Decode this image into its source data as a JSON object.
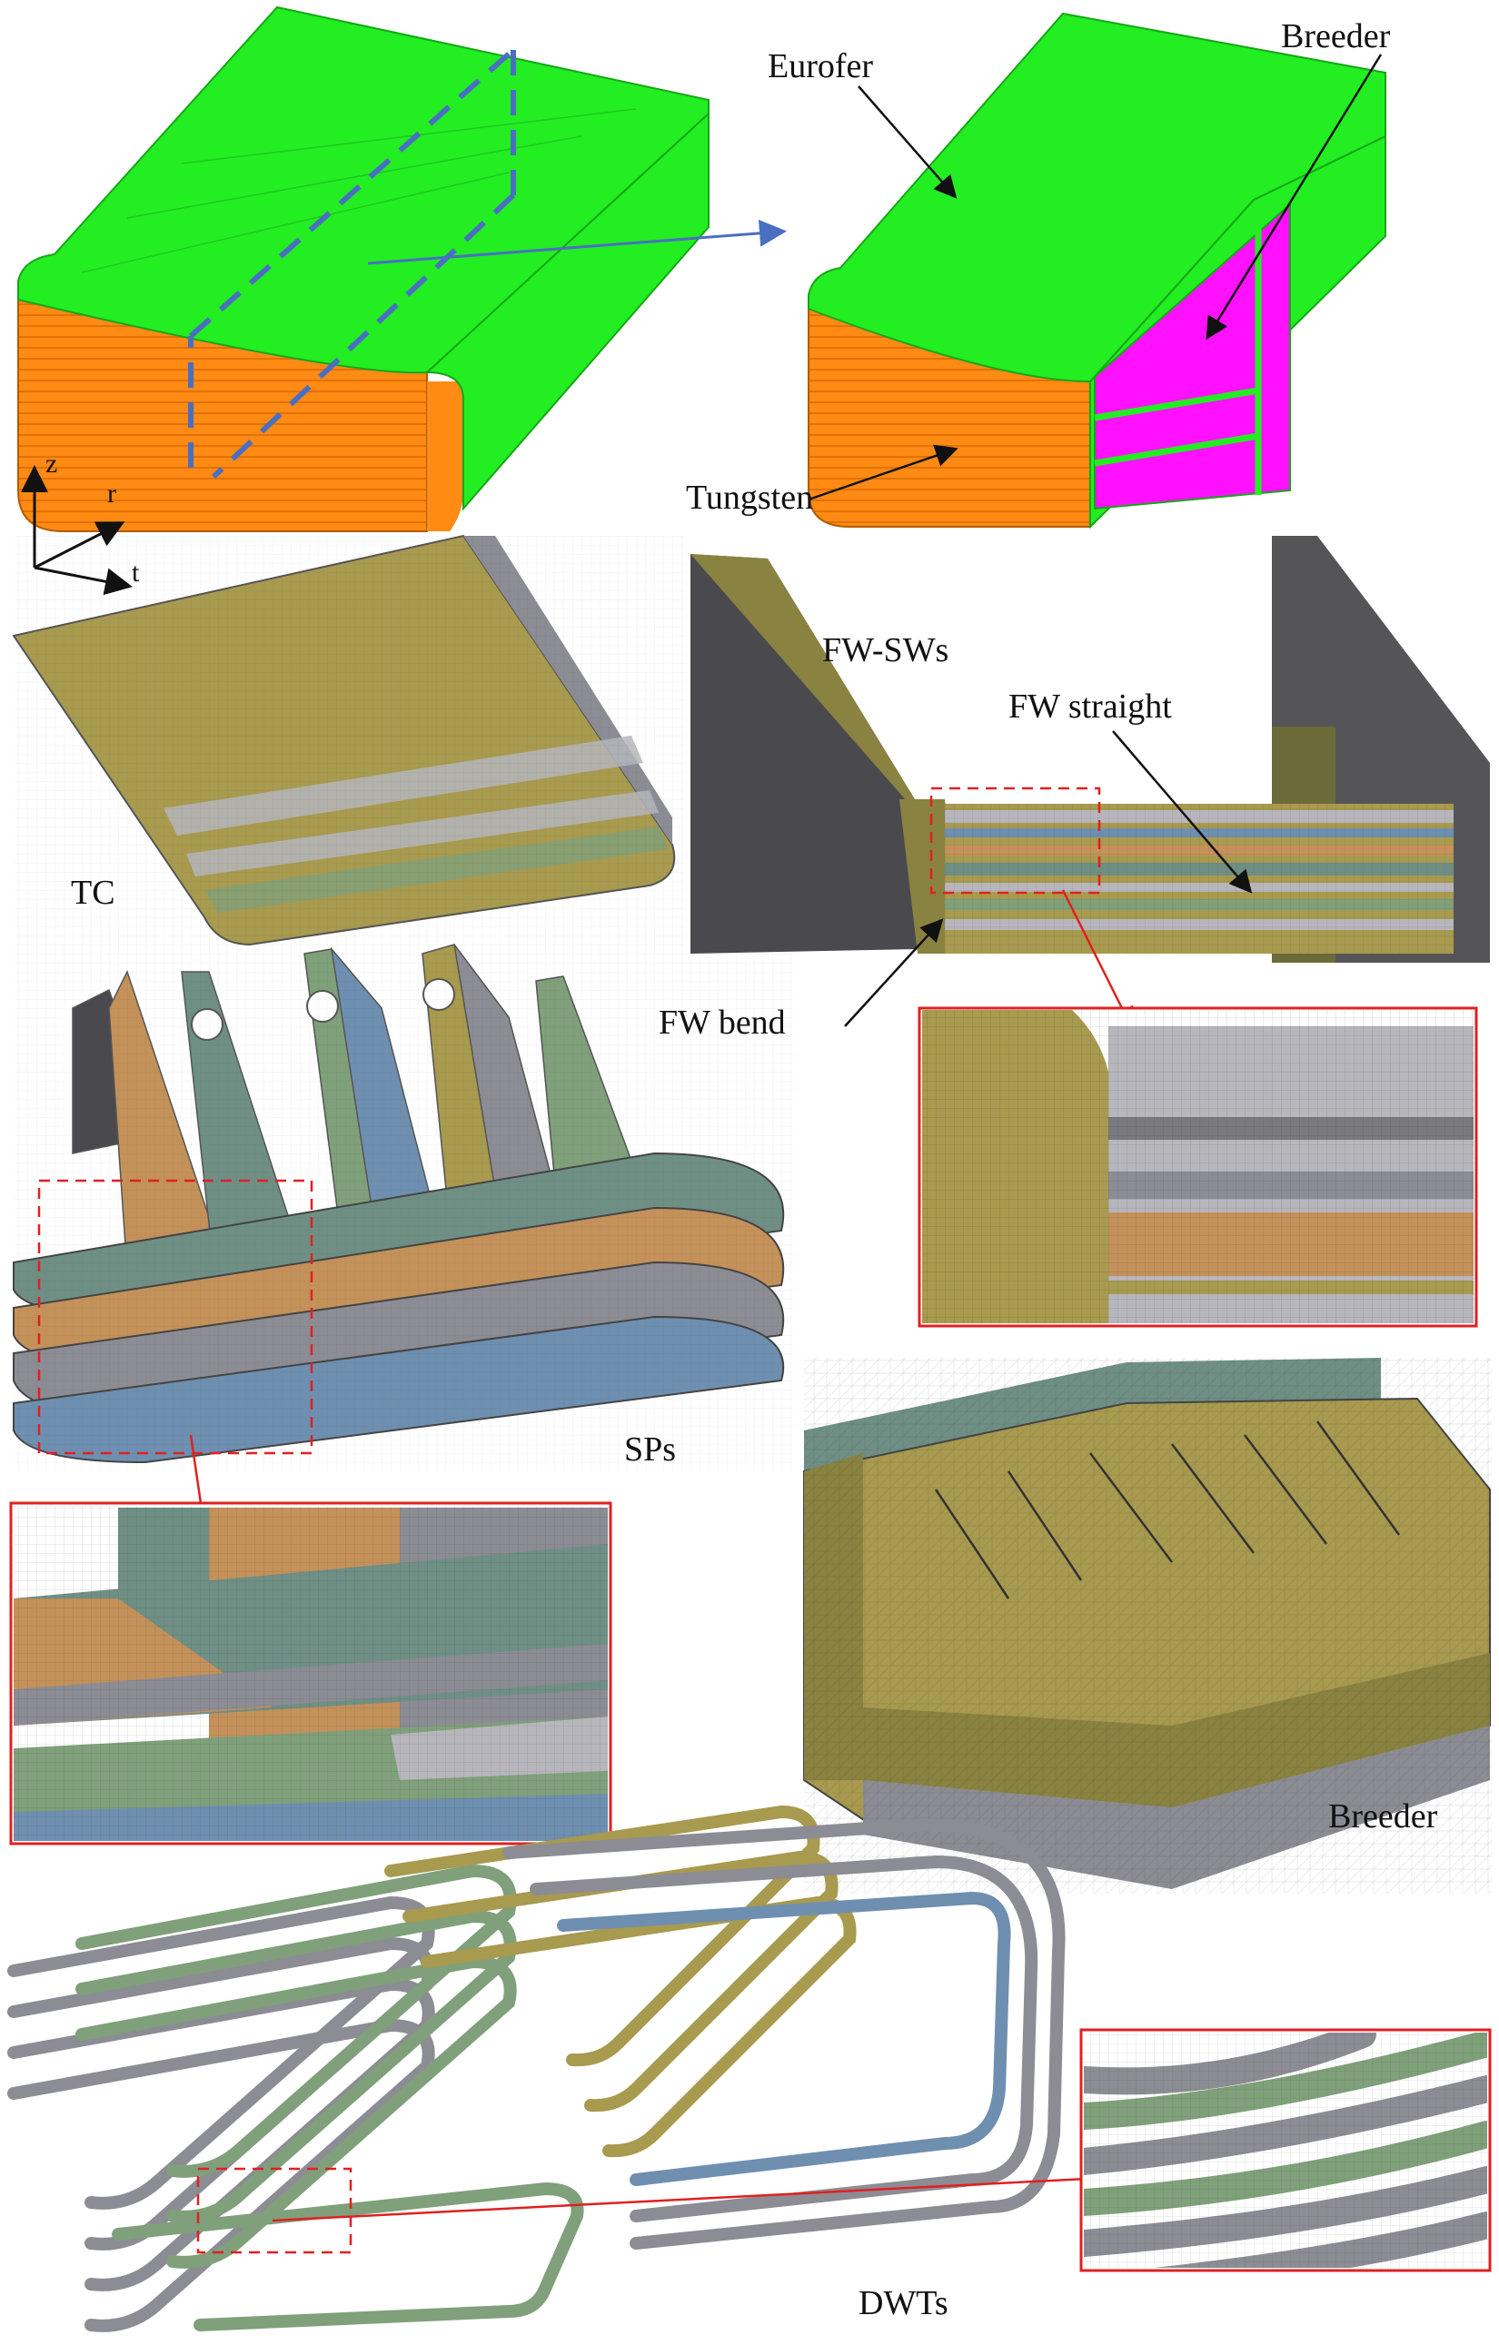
{
  "labels": {
    "eurofer": "Eurofer",
    "breeder_top": "Breeder",
    "tungsten": "Tungsten",
    "tc": "TC",
    "fw_sws": "FW-SWs",
    "fw_straight": "FW straight",
    "fw_bend": "FW bend",
    "sps": "SPs",
    "breeder_bottom": "Breeder",
    "dwts": "DWTs"
  },
  "axes": {
    "z": "z",
    "r": "r",
    "t": "t"
  },
  "colors": {
    "eurofer_green": "#22ee22",
    "tungsten_orange": "#ff8a14",
    "breeder_magenta": "#ff11ff",
    "mesh_olive": "#a89a4e",
    "mesh_gray": "#8c8c94",
    "mesh_teal": "#6f8f85",
    "zoom_red": "#e02020",
    "section_blue": "#4a6fc0"
  }
}
